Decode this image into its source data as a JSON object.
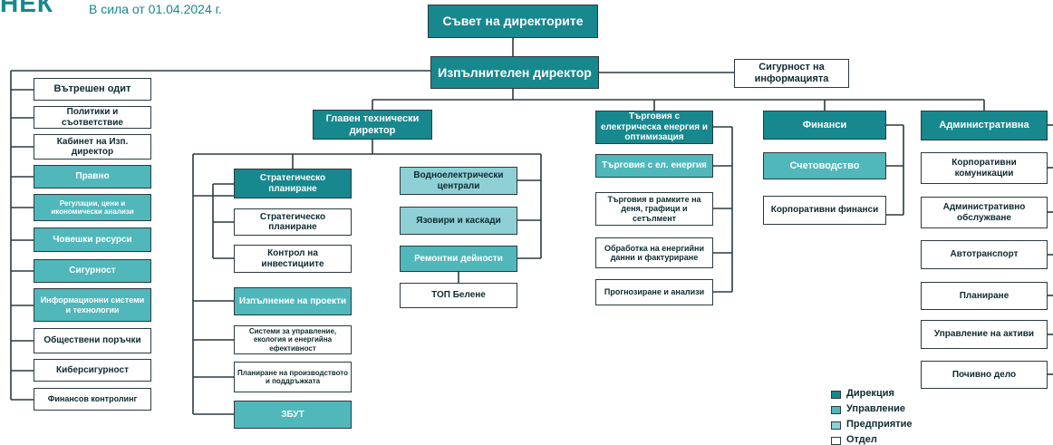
{
  "header": {
    "logo_text": "НЕК",
    "effective_date": "В сила от 01.04.2024 г."
  },
  "nodes": {
    "board": "Съвет на директорите",
    "ceo": "Изпълнителен директор",
    "infosec": "Сигурност на информацията",
    "left_column": [
      "Вътрешен одит",
      "Политики и съответствие",
      "Кабинет на Изп. директор",
      "Правно",
      "Регулации, цени и икономически анализи",
      "Човешки ресурси",
      "Сигурност",
      "Информационни системи и технологии",
      "Обществени поръчки",
      "Киберсигурност",
      "Финансов контролинг"
    ],
    "cto": "Главен технически директор",
    "strategic_planning": "Стратегическо планиране",
    "strategic_planning_dept": "Стратегическо планиране",
    "investment_control": "Контрол на инвестициите",
    "project_execution": "Изпълнение на проекти",
    "management_systems": "Системи за управление, екология и енергийна ефективност",
    "production_planning": "Планиране на производството и поддръжката",
    "zbut": "ЗБУТ",
    "hydro": "Водноелектрически централи",
    "dams": "Язовири и каскади",
    "repairs": "Ремонтни дейности",
    "top_belene": "ТОП Белене",
    "trading": "Търговия с електрическа енергия и оптимизация",
    "trading_el": "Търговия с ел. енергия",
    "trading_day": "Търговия в рамките на деня, графици и сетълмент",
    "energy_data": "Обработка на енергийни данни и фактуриране",
    "forecasting": "Прогнозиране и анализи",
    "finance": "Финанси",
    "accounting": "Счетоводство",
    "corp_finance": "Корпоративни финанси",
    "admin": "Административна",
    "admin_items": [
      "Корпоративни комуникации",
      "Административно обслужване",
      "Автотранспорт",
      "Планиране",
      "Управление на активи",
      "Почивно дело"
    ]
  },
  "legend": [
    {
      "label": "Дирекция",
      "color": "#16888e"
    },
    {
      "label": "Управление",
      "color": "#50b7bb"
    },
    {
      "label": "Предприятие",
      "color": "#8fd0d6"
    },
    {
      "label": "Отдел",
      "color": "#ffffff"
    }
  ]
}
